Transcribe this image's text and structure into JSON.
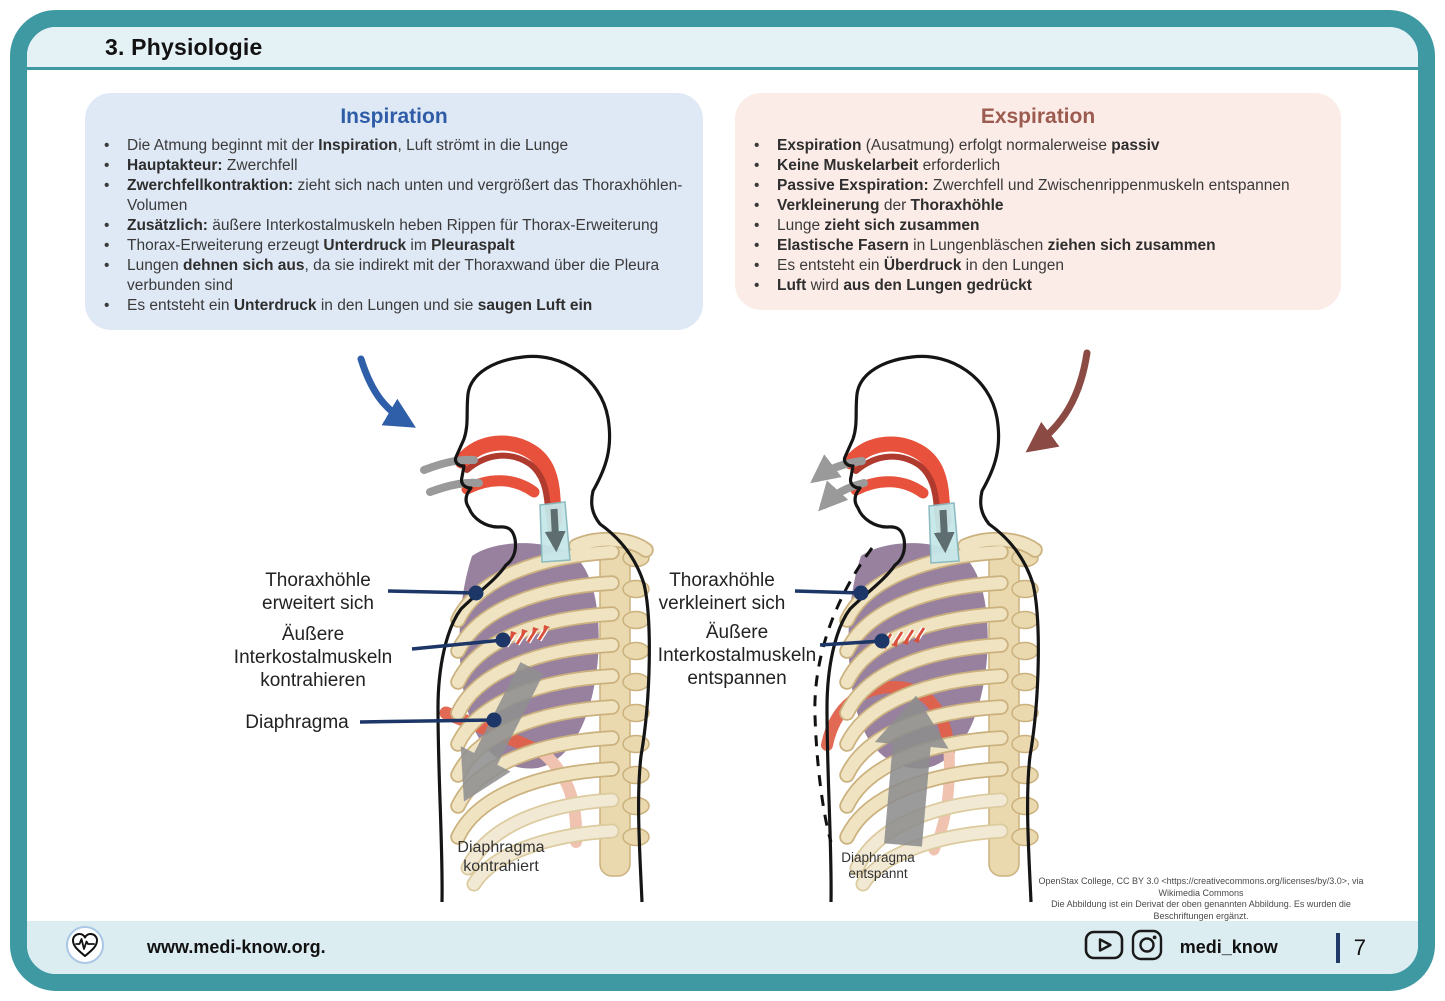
{
  "page": {
    "title": "3. Physiologie",
    "number": "7"
  },
  "colors": {
    "accent_teal": "#3E99A3",
    "inspiration_blue": "#2E5CA7",
    "exspiration_red": "#9C5B50",
    "navy": "#1C3667",
    "lung_purple": "#97819F",
    "bone_beige": "#EFE3C2",
    "diaphragm_red": "#E0614B"
  },
  "boxes": {
    "inspiration": {
      "title": "Inspiration",
      "bullets": [
        [
          {
            "t": "Die Atmung beginnt mit der "
          },
          {
            "t": "Inspiration",
            "b": true
          },
          {
            "t": ", Luft strömt in die Lunge"
          }
        ],
        [
          {
            "t": "Hauptakteur:",
            "b": true
          },
          {
            "t": " Zwerchfell"
          }
        ],
        [
          {
            "t": "Zwerchfellkontraktion:",
            "b": true
          },
          {
            "t": " zieht sich nach unten und vergrößert das Thoraxhöhlen-Volumen"
          }
        ],
        [
          {
            "t": "Zusätzlich:",
            "b": true
          },
          {
            "t": " äußere Interkostalmuskeln heben Rippen für Thorax-Erweiterung"
          }
        ],
        [
          {
            "t": "Thorax-Erweiterung erzeugt "
          },
          {
            "t": "Unterdruck",
            "b": true
          },
          {
            "t": " im "
          },
          {
            "t": "Pleuraspalt",
            "b": true
          }
        ],
        [
          {
            "t": "Lungen "
          },
          {
            "t": "dehnen sich aus",
            "b": true
          },
          {
            "t": ", da sie indirekt mit der Thoraxwand über die Pleura verbunden sind"
          }
        ],
        [
          {
            "t": "Es entsteht ein "
          },
          {
            "t": "Unterdruck",
            "b": true
          },
          {
            "t": " in den Lungen und sie "
          },
          {
            "t": "saugen Luft ein",
            "b": true
          }
        ]
      ]
    },
    "exspiration": {
      "title": "Exspiration",
      "bullets": [
        [
          {
            "t": "Exspiration",
            "b": true
          },
          {
            "t": " (Ausatmung) erfolgt normalerweise "
          },
          {
            "t": "passiv",
            "b": true
          }
        ],
        [
          {
            "t": "Keine Muskelarbeit",
            "b": true
          },
          {
            "t": " erforderlich"
          }
        ],
        [
          {
            "t": "Passive Exspiration:",
            "b": true
          },
          {
            "t": " Zwerchfell und Zwischenrippenmuskeln entspannen"
          }
        ],
        [
          {
            "t": "Verkleinerung",
            "b": true
          },
          {
            "t": " der "
          },
          {
            "t": "Thoraxhöhle",
            "b": true
          }
        ],
        [
          {
            "t": "Lunge "
          },
          {
            "t": "zieht sich zusammen",
            "b": true
          }
        ],
        [
          {
            "t": "Elastische Fasern",
            "b": true
          },
          {
            "t": " in Lungenbläschen "
          },
          {
            "t": "ziehen sich zusammen",
            "b": true
          }
        ],
        [
          {
            "t": "Es entsteht ein "
          },
          {
            "t": "Überdruck",
            "b": true
          },
          {
            "t": " in den Lungen"
          }
        ],
        [
          {
            "t": "Luft",
            "b": true
          },
          {
            "t": " wird "
          },
          {
            "t": "aus den Lungen gedrückt",
            "b": true
          }
        ]
      ]
    }
  },
  "diagram": {
    "labels": {
      "left_thorax": "Thoraxhöhle\nerweitert sich",
      "left_intercostal": "Äußere\nInterkostalmuskeln\nkontrahieren",
      "left_diaphragma": "Diaphragma",
      "left_diaphragma_state": "Diaphragma\nkontrahiert",
      "right_thorax": "Thoraxhöhle\nverkleinert sich",
      "right_intercostal": "Äußere\nInterkostalmuskeln\nentspannen",
      "right_diaphragma_state": "Diaphragma\nentspannt"
    },
    "attribution": [
      "OpenStax College, CC BY 3.0 <https://creativecommons.org/licenses/by/3.0>, via Wikimedia Commons",
      "Die Abbildung ist ein Derivat der oben genannten Abbildung. Es wurden die Beschriftungen ergänzt."
    ]
  },
  "footer": {
    "website": "www.medi-know.org.",
    "handle": "medi_know",
    "logo_icon": "heart-ecg-icon",
    "icons": [
      "youtube-icon",
      "instagram-icon"
    ]
  }
}
